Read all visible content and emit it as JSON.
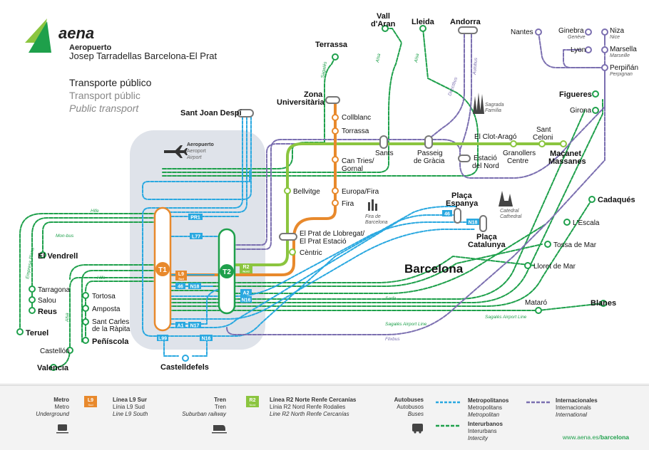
{
  "header": {
    "brand": "aena",
    "airport_line1": "Aeropuerto",
    "airport_line2": "Josep Tarradellas Barcelona-El Prat",
    "title_es": "Transporte público",
    "title_ca": "Transport públic",
    "title_en": "Public transport"
  },
  "colors": {
    "green_suburban": "#8bc53f",
    "green_intercity": "#1ea04b",
    "orange_l9": "#e8892c",
    "blue_metropolitan": "#29a8e0",
    "purple_international": "#7b6fb0",
    "airport_zone": "#dfe3ea",
    "footer_bg": "#f3f3f3"
  },
  "airport_zone": {
    "title_es": "Aeropuerto",
    "title_ca": "Aeroport",
    "title_en": "Airport"
  },
  "terminals": {
    "t1": "T1",
    "t2": "T2"
  },
  "city_label": "Barcelona",
  "stations": {
    "vall_daran": "Vall\nd'Aran",
    "lleida": "Lleida",
    "andorra": "Andorra",
    "terrassa": "Terrassa",
    "nantes": "Nantes",
    "ginebra": "Ginebra",
    "geneve": "Genève",
    "niza": "Niza",
    "nice": "Nice",
    "lyon": "Lyon",
    "marsella": "Marsella",
    "marseille": "Marseille",
    "perpinan": "Perpiñán",
    "perpignan": "Perpignan",
    "zona_universitaria_1": "Zona",
    "zona_universitaria_2": "Universitària",
    "sant_joan_despi": "Sant Joan Despí",
    "collblanc": "Collblanc",
    "torrassa": "Torrassa",
    "can_tries_1": "Can Tries/",
    "can_tries_2": "Gornal",
    "sants": "Sants",
    "passeig_gracia_1": "Passeig",
    "passeig_gracia_2": "de Gràcia",
    "clot_arago": "El Clot-Aragó",
    "sant_celoni_1": "Sant",
    "sant_celoni_2": "Celoni",
    "granollers_1": "Granollers",
    "granollers_2": "Centre",
    "macanet_1": "Maçanet",
    "macanet_2": "Massanes",
    "estacio_nord_1": "Estació",
    "estacio_nord_2": "del Nord",
    "figueres": "Figueres",
    "girona": "Girona",
    "bellvitge": "Bellvitge",
    "europa_fira": "Europa/Fira",
    "fira": "Fira",
    "fira_barcelona_1": "Fira de",
    "fira_barcelona_2": "Barcelona",
    "sagrada_familia_1": "Sagrada",
    "sagrada_familia_2": "Família",
    "catedral_1": "Catedral",
    "catedral_2": "Cathedral",
    "placa_espanya_1": "Plaça",
    "placa_espanya_2": "Espanya",
    "placa_catalunya_1": "Plaça",
    "placa_catalunya_2": "Catalunya",
    "el_prat_1": "El Prat de Llobregat/",
    "el_prat_2": "El Prat Estació",
    "centric": "Cèntric",
    "cadaques": "Cadaqués",
    "lescala": "L'Escala",
    "tossa": "Tossa de Mar",
    "lloret": "Lloret de Mar",
    "mataro": "Mataró",
    "blanes": "Blanes",
    "el_vendrell": "El Vendrell",
    "tarragona": "Tarragona",
    "salou": "Salou",
    "reus": "Reus",
    "teruel": "Teruel",
    "castellon": "Castellón",
    "valencia": "Valencia",
    "tortosa": "Tortosa",
    "amposta": "Amposta",
    "sant_carles_1": "Sant Carles",
    "sant_carles_2": "de la Ràpita",
    "peniscola": "Peñíscola",
    "castelldefels": "Castelldefels"
  },
  "route_labels": {
    "alsa_1": "Alsa",
    "alsa_2": "Alsa",
    "alsa_3": "Alsa",
    "sagales_1": "Sagalés",
    "directbus": "Directbus",
    "autobus": "Autobus",
    "hife_1": "Hife",
    "hife_2": "Hife",
    "monbus": "Mon-bus",
    "empresa_plana": "Empresa Plana",
    "sarfa": "Sarfa",
    "sagales_airport_1": "Sagalés Airport Line",
    "sagales_airport_2": "Sagalés Airport Line",
    "flixbus": "Flixbus"
  },
  "badges": {
    "pr1": "PR1",
    "l77": "L77",
    "l9": "L9",
    "l9_sub": "Sud",
    "b46": "46",
    "n18": "N18",
    "n16": "N16",
    "a2": "A2",
    "a1": "A1",
    "n17": "N17",
    "l99": "L99",
    "r2": "R2",
    "r2_sub": "Nord",
    "n16b": "N16",
    "b46b": "46",
    "n18b": "N18"
  },
  "legend": {
    "metro": {
      "es": "Metro",
      "ca": "Metro",
      "en": "Underground"
    },
    "l9": {
      "es": "Línea L9 Sur",
      "ca": "Línia L9 Sud",
      "en": "Line L9 South"
    },
    "tren": {
      "es": "Tren",
      "ca": "Tren",
      "en": "Suburban railway"
    },
    "r2": {
      "es": "Línea R2 Norte Renfe Cercanías",
      "ca": "Línia R2 Nord Renfe Rodalies",
      "en": "Line R2 North Renfe Cercanías"
    },
    "autobuses": {
      "es": "Autobuses",
      "ca": "Autobusos",
      "en": "Buses"
    },
    "metropolitanos": {
      "es": "Metropolitanos",
      "ca": "Metropolitans",
      "en": "Metropolitan"
    },
    "interurbanos": {
      "es": "Interurbanos",
      "ca": "Interurbans",
      "en": "Intercity"
    },
    "internacionales": {
      "es": "Internacionales",
      "ca": "Internacionals",
      "en": "International"
    },
    "website_prefix": "www.aena.es/",
    "website_suffix": "barcelona"
  }
}
